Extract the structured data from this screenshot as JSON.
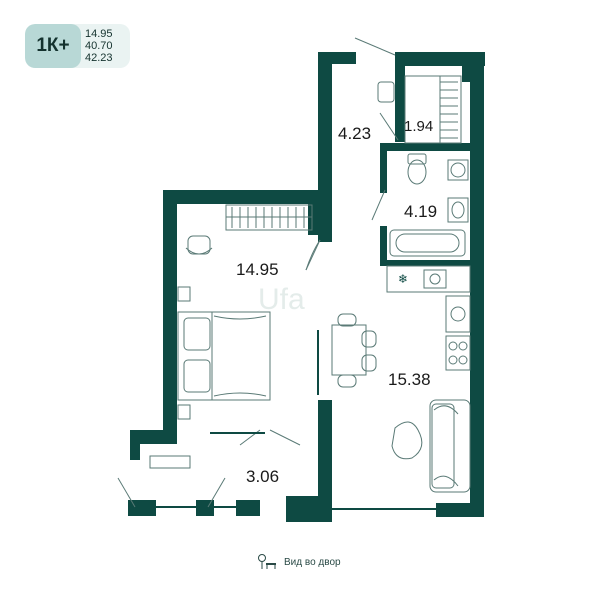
{
  "badge": {
    "type": "1К+",
    "areas": [
      "14.95",
      "40.70",
      "42.23"
    ]
  },
  "rooms": {
    "bedroom": "14.95",
    "hall": "4.23",
    "storage": "1.94",
    "bathroom": "4.19",
    "kitchen_living": "15.38",
    "balcony": "3.06"
  },
  "watermark": "Ufa",
  "footer": {
    "view_label": "Вид во двор"
  },
  "colors": {
    "wall": "#0e4a43",
    "badge_type_bg": "#b8d8d6",
    "badge_bg": "#eaf3f2",
    "furniture": "#5a7a76"
  },
  "icons": {
    "footer": "tree-bench-icon",
    "fridge": "snowflake-icon"
  }
}
